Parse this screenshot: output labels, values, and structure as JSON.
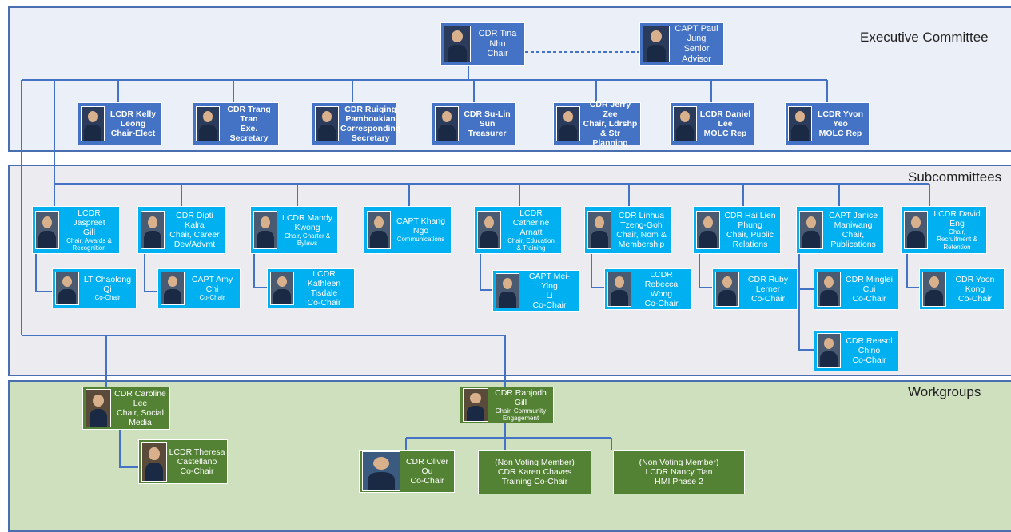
{
  "sections": {
    "executive": "Executive Committee",
    "subcommittees": "Subcommittees",
    "workgroups": "Workgroups"
  },
  "colors": {
    "executive_card": "#4472c4",
    "subcommittee_card": "#00b0f0",
    "workgroup_card": "#548235",
    "connector": "#4472c4"
  },
  "executive": {
    "chair": {
      "lines": [
        "CDR Tina",
        "Nhu",
        "Chair"
      ]
    },
    "advisor": {
      "lines": [
        "CAPT  Paul",
        "Jung",
        "Senior Advisor"
      ]
    },
    "members": [
      {
        "lines": [
          "LCDR Kelly",
          "Leong",
          "Chair-Elect"
        ]
      },
      {
        "lines": [
          "CDR Trang",
          "Tran",
          "Exe. Secretary"
        ]
      },
      {
        "lines": [
          "CDR Ruiqing",
          "Pamboukian",
          "Corresponding",
          "Secretary"
        ]
      },
      {
        "lines": [
          "CDR Su-Lin Sun",
          "Treasurer"
        ]
      },
      {
        "lines": [
          "CDR Jerry Zee",
          "Chair, Ldrshp",
          "& Str Planning"
        ]
      },
      {
        "lines": [
          "LCDR Daniel",
          "Lee",
          "MOLC Rep"
        ]
      },
      {
        "lines": [
          "LCDR Yvon Yeo",
          "MOLC Rep"
        ]
      }
    ]
  },
  "subcommittees": {
    "chairs": [
      {
        "name": [
          "LCDR Jaspreet",
          "Gill"
        ],
        "role": [
          "Chair, Awards &",
          "Recognition"
        ]
      },
      {
        "name": [
          "CDR Dipti Kalra",
          "Chair, Career",
          "Dev/Advmt"
        ],
        "role": []
      },
      {
        "name": [
          "LCDR Mandy",
          "Kwong"
        ],
        "role": [
          "Chair, Charter &",
          "Bylaws"
        ]
      },
      {
        "name": [
          "CAPT Khang",
          "Ngo"
        ],
        "role": [
          "Communications"
        ]
      },
      {
        "name": [
          "LCDR",
          "Catherine",
          "Arnatt"
        ],
        "role": [
          "Chair, Education",
          "& Training"
        ]
      },
      {
        "name": [
          "CDR Linhua",
          "Tzeng-Goh",
          "Chair, Nom &",
          "Membership"
        ],
        "role": []
      },
      {
        "name": [
          "CDR Hai Lien",
          "Phung",
          "Chair, Public",
          "Relations"
        ],
        "role": []
      },
      {
        "name": [
          "CAPT Janice",
          "Maniwang",
          "Chair,",
          "Publications"
        ],
        "role": []
      },
      {
        "name": [
          "LCDR David",
          "Eng"
        ],
        "role": [
          "Chair,",
          "Recruitment &",
          "Retention"
        ]
      }
    ],
    "cochairs": [
      {
        "name": [
          "LT Chaolong Qi"
        ],
        "role": [
          "Co-Chair"
        ]
      },
      {
        "name": [
          "CAPT Amy Chi"
        ],
        "role": [
          "Co-Chair"
        ]
      },
      {
        "name": [
          "LCDR Kathleen",
          "Tisdale",
          "Co-Chair"
        ],
        "role": []
      },
      {
        "name": [
          "CAPT Mei-Ying",
          "Li",
          "Co-Chair"
        ],
        "role": []
      },
      {
        "name": [
          "LCDR Rebecca",
          "Wong",
          "Co-Chair"
        ],
        "role": []
      },
      {
        "name": [
          "CDR Ruby",
          "Lerner",
          "Co-Chair"
        ],
        "role": []
      },
      {
        "name": [
          "CDR Minglei",
          "Cui",
          "Co-Chair"
        ],
        "role": []
      },
      {
        "name": [
          "CDR Reasol",
          "Chino",
          "Co-Chair"
        ],
        "role": []
      },
      {
        "name": [
          "CDR Yoon",
          "Kong",
          "Co-Chair"
        ],
        "role": []
      }
    ]
  },
  "workgroups": {
    "social": {
      "lines": [
        "CDR Caroline",
        "Lee",
        "Chair, Social",
        "Media"
      ]
    },
    "social_cochair": {
      "lines": [
        "LCDR Theresa",
        "Castellano",
        "Co-Chair"
      ]
    },
    "community": {
      "name": [
        "CDR Ranjodh Gill"
      ],
      "role": [
        "Chair, Community",
        "Engagement"
      ]
    },
    "community_cochairs": [
      {
        "lines": [
          "CDR Oliver Ou",
          "Co-Chair"
        ]
      },
      {
        "lines": [
          "(Non Voting Member)",
          "CDR Karen Chaves",
          "Training Co-Chair"
        ]
      },
      {
        "lines": [
          "(Non Voting Member)",
          "LCDR Nancy Tian",
          "HMI Phase 2"
        ]
      }
    ]
  }
}
